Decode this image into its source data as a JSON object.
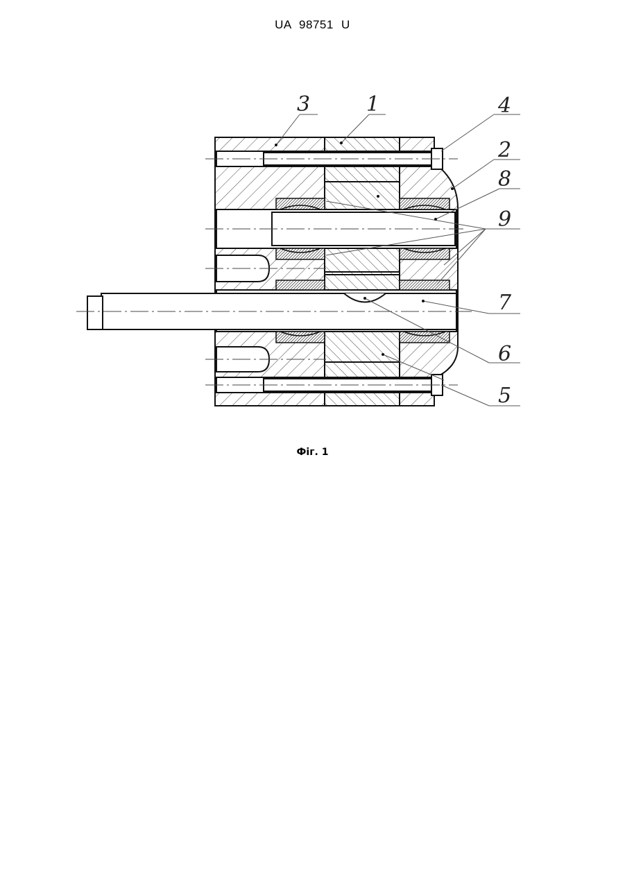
{
  "header": {
    "patent_number": "UA   98751   U"
  },
  "figure": {
    "caption": "Фіг. 1",
    "callouts": [
      "1",
      "2",
      "3",
      "4",
      "5",
      "6",
      "7",
      "8",
      "9"
    ]
  }
}
